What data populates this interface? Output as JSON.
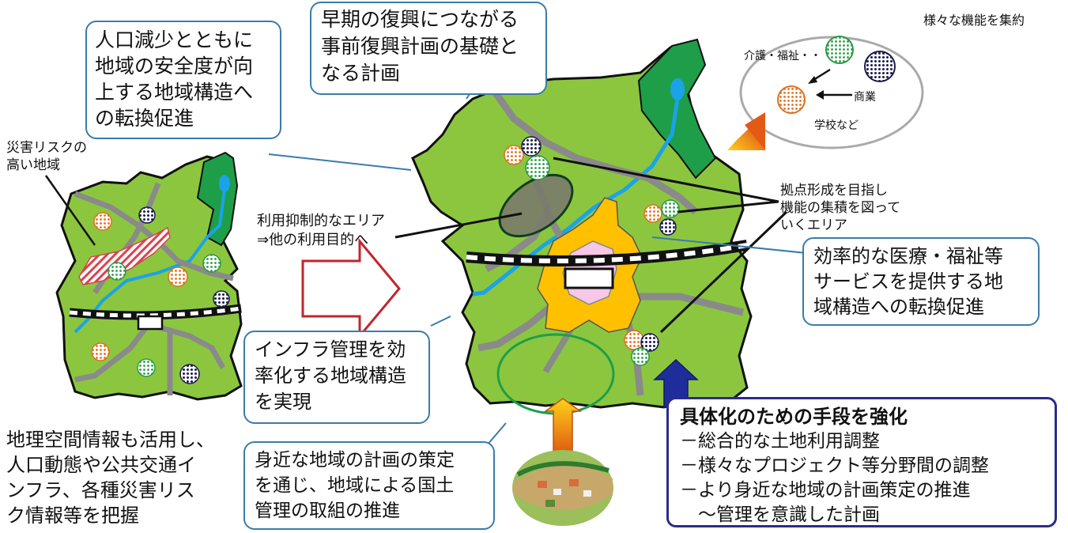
{
  "callouts": {
    "population": "人口減少とともに\n地域の安全度が向\n上する地域構造へ\nの転換促進",
    "early_recovery": "早期の復興につながる\n事前復興計画の基礎と\nなる計画",
    "disaster_risk": "災害リスクの\n高い地域",
    "restricted": "利用抑制的なエリア\n⇒他の利用目的へ",
    "hub_area": "拠点形成を目指し\n機能の集積を図って\nいくエリア",
    "medical": "効率的な医療・福祉等\nサービスを提供する地\n域構造への転換促進",
    "infra": "インフラ管理を効\n率化する地域構造\nを実現",
    "local_plan": "身近な地域の計画の策定\nを通じ、地域による国土\n管理の取組の推進",
    "gis": "地理空間情報も活用し、\n人口動態や公共交通イ\nンフラ、各種災害リス\nク情報等を把握"
  },
  "inset": {
    "title": "様々な機能を集約",
    "care_label": "介護・福祉・・",
    "commerce_label": "商業",
    "school_label": "学校など"
  },
  "strengthen": {
    "title": "具体化のための手段を強化",
    "items": [
      "－総合的な土地利用調整",
      "－様々なプロジェクト等分野間の調整",
      "－より身近な地域の計画策定の推進",
      "　～管理を意識した計画"
    ]
  },
  "colors": {
    "land": "#8cc63f",
    "forest": "#1e9e49",
    "river": "#1aa3e8",
    "road": "#8a8a8a",
    "center_orange": "#ffc000",
    "center_pink": "#f6c7e6",
    "callout_border": "#3a7cab",
    "strengthen_border": "#2b2b8a",
    "arrow_red": "#c0262c"
  }
}
